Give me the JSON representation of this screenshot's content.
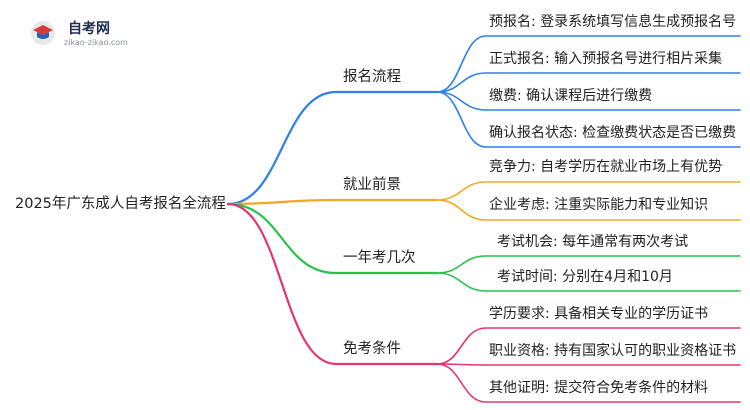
{
  "logo": {
    "name": "自考网",
    "url": "zikao-zikao.com"
  },
  "root": "2025年广东成人自考报名全流程",
  "branches": [
    {
      "label": "报名流程",
      "color": "#2f7ff0",
      "leaves": [
        "预报名: 登录系统填写信息生成预报名号",
        "正式报名: 输入预报名号进行相片采集",
        "缴费: 确认课程后进行缴费",
        "确认报名状态: 检查缴费状态是否已缴费"
      ]
    },
    {
      "label": "就业前景",
      "color": "#f5a623",
      "leaves": [
        "竞争力: 自考学历在就业市场上有优势",
        "企业考虑: 注重实际能力和专业知识"
      ]
    },
    {
      "label": "一年考几次",
      "color": "#27c24c",
      "leaves": [
        "考试机会: 每年通常有两次考试",
        "考试时间: 分别在4月和10月"
      ]
    },
    {
      "label": "免考条件",
      "color": "#e8336d",
      "leaves": [
        "学历要求: 具备相关专业的学历证书",
        "职业资格: 持有国家认可的职业资格证书",
        "其他证明: 提交符合免考条件的材料"
      ]
    }
  ]
}
